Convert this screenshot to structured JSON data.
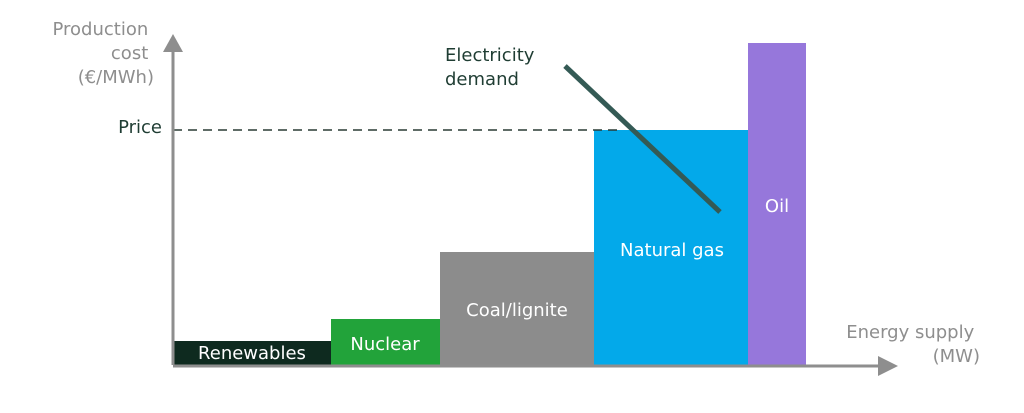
{
  "y_axis_label_lines": [
    "Production",
    "cost",
    "(€/MWh)"
  ],
  "x_axis_label_lines": [
    "Energy supply",
    "(MW)"
  ],
  "price_label": "Price",
  "demand_label_lines": [
    "Electricity",
    "demand"
  ],
  "blocks": [
    {
      "label": "Renewables",
      "color": "#0e2a1f",
      "text_color": "#ffffff"
    },
    {
      "label": "Nuclear",
      "color": "#22a33a",
      "text_color": "#ffffff"
    },
    {
      "label": "Coal/lignite",
      "color": "#8c8c8c",
      "text_color": "#ffffff"
    },
    {
      "label": "Natural gas",
      "color": "#03a9ea",
      "text_color": "#ffffff"
    },
    {
      "label": "Oil",
      "color": "#9677db",
      "text_color": "#ffffff"
    }
  ],
  "colors": {
    "axis": "#8e8e8e",
    "axis_label": "#8e8e8e",
    "price_line": "#2a3b35",
    "demand_line": "#345a55",
    "dark_text": "#1f3d33"
  }
}
